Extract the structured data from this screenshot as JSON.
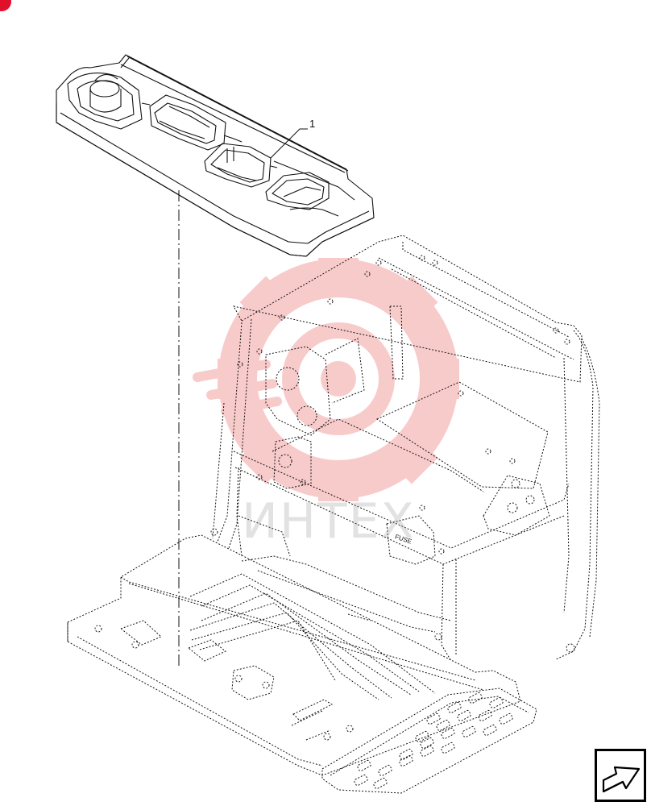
{
  "callouts": [
    {
      "label": "1"
    }
  ],
  "watermark": {
    "text": "ИНТЕХ"
  },
  "embossed_label": "FUSE",
  "icons": {
    "corner": "red-dot-icon",
    "navigation": "next-arrow-icon"
  },
  "colors": {
    "line": "#111111",
    "watermark": "#f3a0a0",
    "corner_mark": "#e0102a"
  }
}
